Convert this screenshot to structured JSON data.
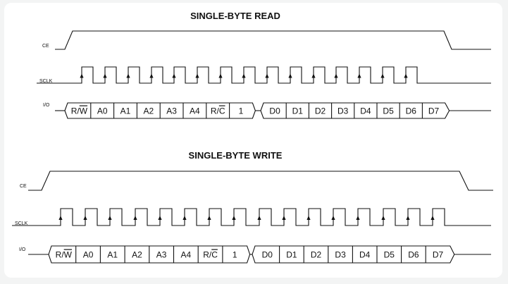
{
  "read": {
    "title": "SINGLE-BYTE READ",
    "signals": {
      "ce": "CE",
      "sclk": "SCLK",
      "io": "I/O"
    },
    "command_bits": [
      "R/W",
      "A0",
      "A1",
      "A2",
      "A3",
      "A4",
      "R/C",
      "1"
    ],
    "data_bits": [
      "D0",
      "D1",
      "D2",
      "D3",
      "D4",
      "D5",
      "D6",
      "D7"
    ],
    "overlines": {
      "R/W": "W",
      "R/C": "C"
    }
  },
  "write": {
    "title": "SINGLE-BYTE WRITE",
    "signals": {
      "ce": "CE",
      "sclk": "SCLK",
      "io": "I/O"
    },
    "command_bits": [
      "R/W",
      "A0",
      "A1",
      "A2",
      "A3",
      "A4",
      "R/C",
      "1"
    ],
    "data_bits": [
      "D0",
      "D1",
      "D2",
      "D3",
      "D4",
      "D5",
      "D6",
      "D7"
    ],
    "overlines": {
      "R/W": "W",
      "R/C": "C"
    }
  }
}
